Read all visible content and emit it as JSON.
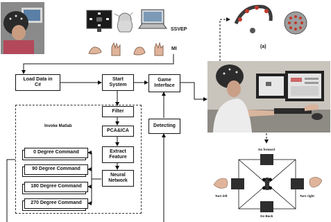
{
  "boxes": {
    "load_data": "Load Data in C#",
    "start_system": "Start System",
    "game_interface": "Game Interface",
    "filter": "Filter",
    "pca_ica": "PCA&ICA",
    "extract_feature": "Extract Feature",
    "neural_network": "Neural Network",
    "detecting": "Detecting"
  },
  "matlab": {
    "title": "Invoke Matlab",
    "commands": [
      "0 Degree Command",
      "90 Degree Command",
      "180 Degree Command",
      "270 Degree Command"
    ]
  },
  "paradigms": {
    "ssvep": "SSVEP",
    "mi": "MI"
  },
  "panel_a": {
    "caption": "(a)"
  },
  "control": {
    "go_forward": "Go forward",
    "go_back": "Go Back",
    "turn_left": "Turn left",
    "turn_right": "Turn right"
  },
  "colors": {
    "line": "#111111",
    "dark_key": "#2e2e2e",
    "headset_red": "#c0392b"
  }
}
